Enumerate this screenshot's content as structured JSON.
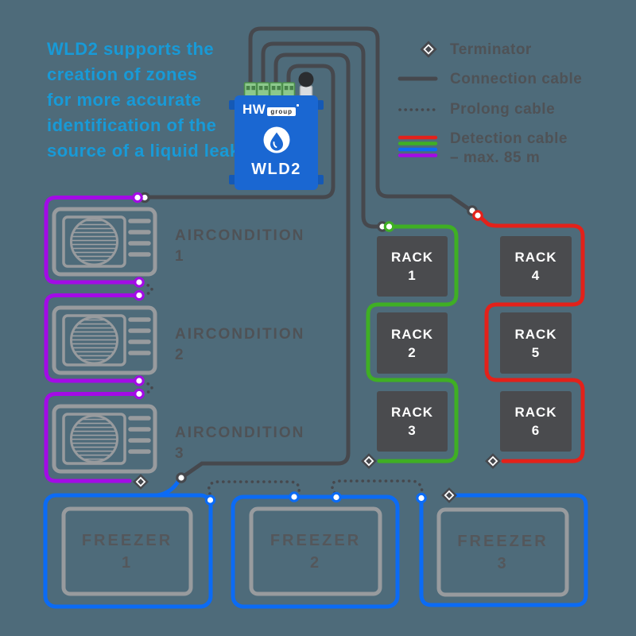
{
  "title": {
    "lines": [
      "WLD2 supports the",
      "creation of zones",
      "for more accurate",
      "identification of the",
      "source of a liquid leak."
    ]
  },
  "device": {
    "brand": "HW",
    "brand_suffix": "group",
    "model": "WLD2"
  },
  "legend": {
    "terminator": "Terminator",
    "connection": "Connection cable",
    "prolong": "Prolong cable",
    "detection": "Detection cable",
    "detection_limit": "– max. 85 m"
  },
  "aircondition": [
    {
      "name": "AIRCONDITION",
      "num": "1"
    },
    {
      "name": "AIRCONDITION",
      "num": "2"
    },
    {
      "name": "AIRCONDITION",
      "num": "3"
    }
  ],
  "racks": [
    {
      "name": "RACK",
      "num": "1"
    },
    {
      "name": "RACK",
      "num": "2"
    },
    {
      "name": "RACK",
      "num": "3"
    },
    {
      "name": "RACK",
      "num": "4"
    },
    {
      "name": "RACK",
      "num": "5"
    },
    {
      "name": "RACK",
      "num": "6"
    }
  ],
  "freezers": [
    {
      "name": "FREEZER",
      "num": "1"
    },
    {
      "name": "FREEZER",
      "num": "2"
    },
    {
      "name": "FREEZER",
      "num": "3"
    }
  ],
  "colors": {
    "background": "#4E6B7A",
    "connection_cable": "#46484D",
    "detection_red": "#E3211A",
    "detection_green": "#3FAF24",
    "detection_blue": "#0B6BF5",
    "detection_purple": "#A30BE6",
    "device_blue": "#1A67D2",
    "rack_box": "#4A4B4E",
    "outline_gray": "#989B9E",
    "label_gray": "#4F5256",
    "title_blue": "#189AD7"
  }
}
